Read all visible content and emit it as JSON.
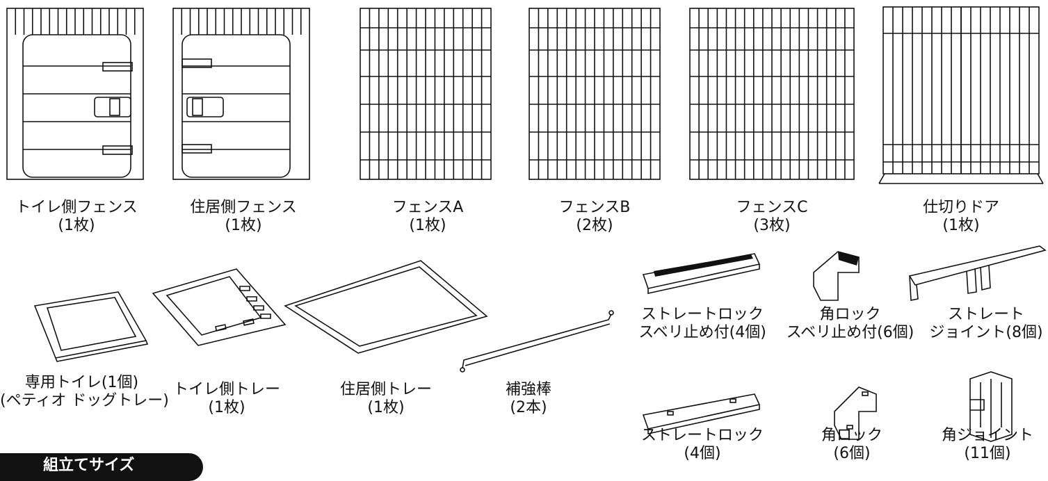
{
  "parts_top": [
    {
      "name": "トイレ側フェンス",
      "qty": "(1枚)"
    },
    {
      "name": "住居側フェンス",
      "qty": "(1枚)"
    },
    {
      "name": "フェンスA",
      "qty": "(1枚)"
    },
    {
      "name": "フェンスB",
      "qty": "(2枚)"
    },
    {
      "name": "フェンスC",
      "qty": "(3枚)"
    },
    {
      "name": "仕切りドア",
      "qty": "(1枚)"
    }
  ],
  "parts_bottom": [
    {
      "line1": "専用トイレ(1個)",
      "line2": "(ペティオ ドッグトレー)"
    },
    {
      "line1": "トイレ側トレー",
      "line2": "(1枚)"
    },
    {
      "line1": "住居側トレー",
      "line2": "(1枚)"
    },
    {
      "line1": "補強棒",
      "line2": "(2本)"
    },
    {
      "line1": "ストレートロック",
      "line2": "スベリ止め付(4個)"
    },
    {
      "line1": "角ロック",
      "line2": "スベリ止め付(6個)"
    },
    {
      "line1": "ストレート",
      "line2": "ジョイント(8個)"
    },
    {
      "line1": "ストレートロック",
      "line2": "(4個)"
    },
    {
      "line1": "角ロック",
      "line2": "(6個)"
    },
    {
      "line1": "角ジョイント",
      "line2": "(11個)"
    }
  ],
  "section_badge": "組立てサイズ"
}
